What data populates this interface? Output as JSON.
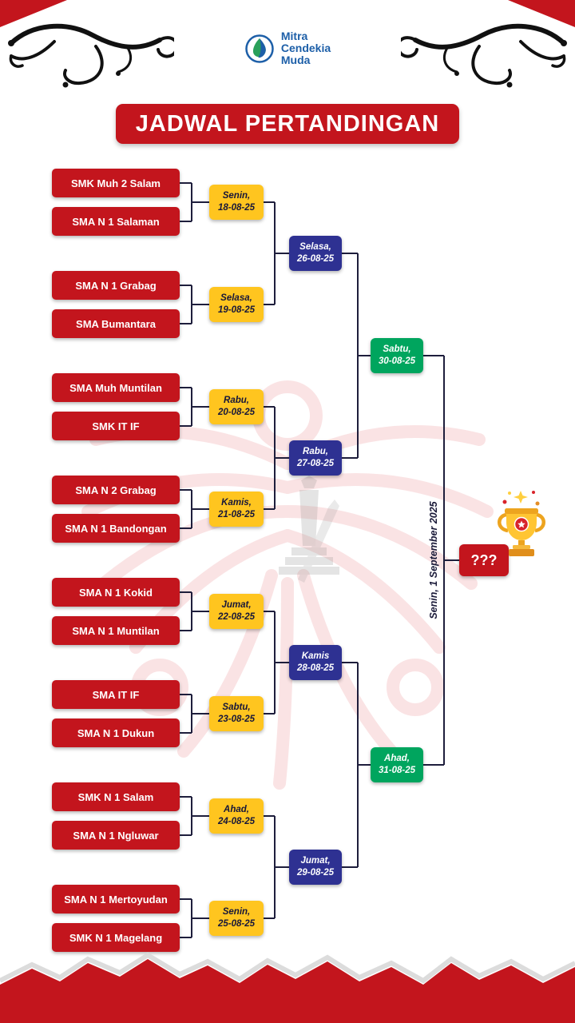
{
  "header": {
    "title": "JADWAL PERTANDINGAN",
    "logo": {
      "line1": "Mitra",
      "line2": "Cendekia",
      "line3": "Muda"
    }
  },
  "bracket": {
    "teams": [
      "SMK Muh 2 Salam",
      "SMA N 1 Salaman",
      "SMA N 1 Grabag",
      "SMA Bumantara",
      "SMA Muh Muntilan",
      "SMK IT IF",
      "SMA N 2 Grabag",
      "SMA N 1 Bandongan",
      "SMA N 1 Kokid",
      "SMA N 1 Muntilan",
      "SMA IT IF",
      "SMA N 1 Dukun",
      "SMK N 1 Salam",
      "SMA N 1 Ngluwar",
      "SMA N 1 Mertoyudan",
      "SMK N 1 Magelang"
    ],
    "round1": [
      {
        "day": "Senin,",
        "date": "18-08-25"
      },
      {
        "day": "Selasa,",
        "date": "19-08-25"
      },
      {
        "day": "Rabu,",
        "date": "20-08-25"
      },
      {
        "day": "Kamis,",
        "date": "21-08-25"
      },
      {
        "day": "Jumat,",
        "date": "22-08-25"
      },
      {
        "day": "Sabtu,",
        "date": "23-08-25"
      },
      {
        "day": "Ahad,",
        "date": "24-08-25"
      },
      {
        "day": "Senin,",
        "date": "25-08-25"
      }
    ],
    "round2": [
      {
        "day": "Selasa,",
        "date": "26-08-25"
      },
      {
        "day": "Rabu,",
        "date": "27-08-25"
      },
      {
        "day": "Kamis",
        "date": "28-08-25"
      },
      {
        "day": "Jumat,",
        "date": "29-08-25"
      }
    ],
    "semifinals": [
      {
        "day": "Sabtu,",
        "date": "30-08-25"
      },
      {
        "day": "Ahad,",
        "date": "31-08-25"
      }
    ],
    "final": {
      "date_label": "Senin, 1 September 2025",
      "winner_placeholder": "???"
    }
  },
  "colors": {
    "primary_red": "#c3151d",
    "round1_yellow": "#ffc51f",
    "round2_blue": "#2e3192",
    "semifinal_green": "#00a55e",
    "connector_line": "#1e1e3c",
    "logo_blue": "#1d5fa8",
    "trophy_gold": "#ffc533"
  },
  "icons": {
    "logo_mark": "water-drop-logo",
    "trophy": "gold-trophy-with-sparkles",
    "flourish": "calligraphic-swirl"
  }
}
